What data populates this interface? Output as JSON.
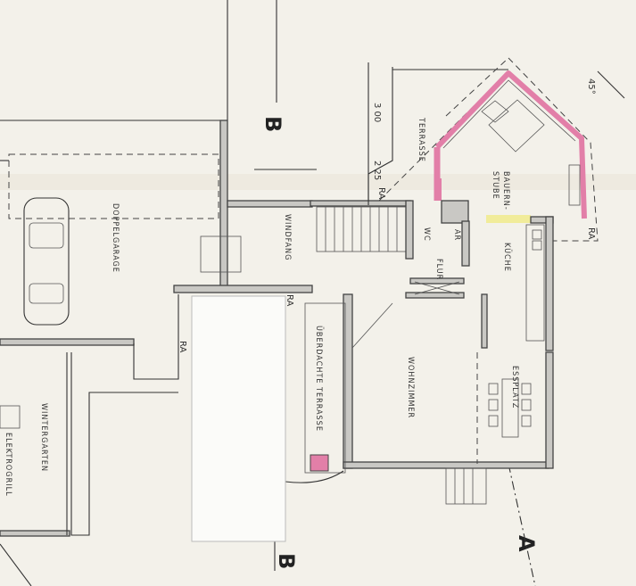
{
  "plan": {
    "rooms": {
      "garage": "DOPPELGARAGE",
      "windfang": "WINDFANG",
      "terrasse": "TERRASSE",
      "bauernstube": "BAUERN-",
      "bauernstube_2": "STUBE",
      "wc": "WC",
      "ar": "AR",
      "flur": "FLUR",
      "kueche": "KÜCHE",
      "wohnzimmer": "WOHNZIMMER",
      "essplatz": "ESSPLATZ",
      "ueberdachte_terrasse": "ÜBERDACHTE TERRASSE",
      "wintergarten": "WINTERGARTEN",
      "elektrogrill": "ELEKTROGRILL"
    },
    "section_marks": {
      "b_top": "B",
      "b_bottom": "B",
      "a": "A"
    },
    "dimensions": {
      "d1": "3 00",
      "d2": "2 25",
      "angle": "45°"
    },
    "ra_labels": [
      "RA",
      "RA",
      "RA",
      "RA"
    ],
    "colors": {
      "paper": "#f3f1ea",
      "pink_wall": "#e27fa8",
      "yellow_opening": "#f1ec9a",
      "wall_fill": "#c9c8c4"
    }
  }
}
